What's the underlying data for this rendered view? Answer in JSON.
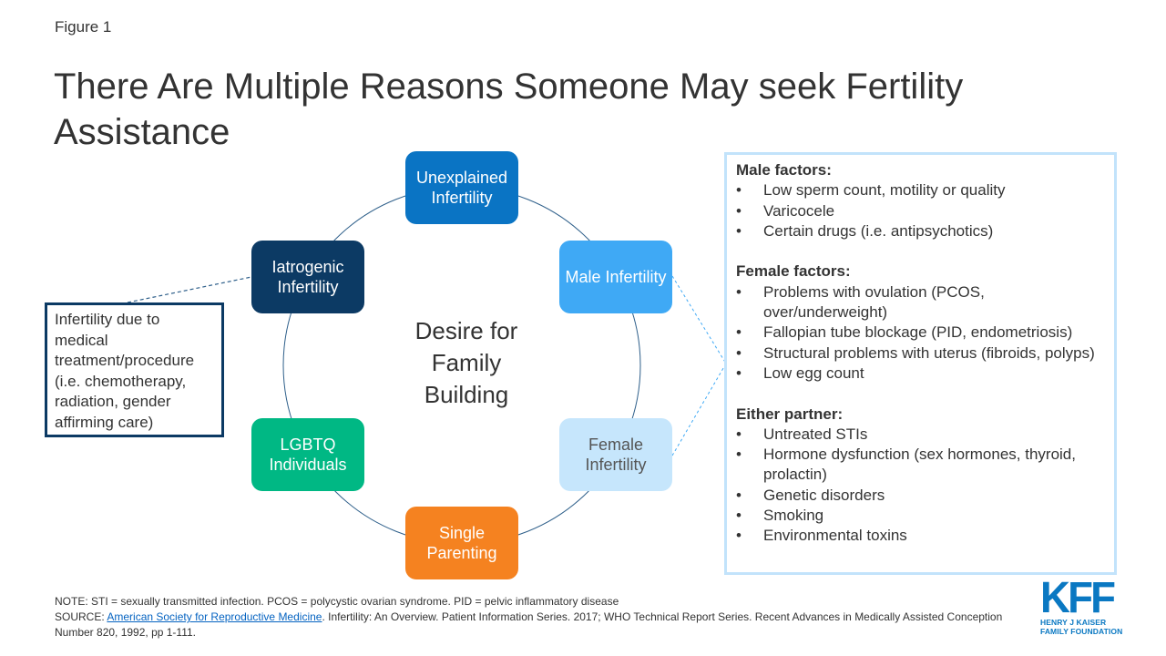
{
  "figure_label": "Figure 1",
  "title": "There Are Multiple Reasons Someone May seek Fertility Assistance",
  "center": {
    "lines": [
      "Desire for",
      "Family",
      "Building"
    ]
  },
  "nodes": [
    {
      "id": "unexplained",
      "label": "Unexplained Infertility",
      "color": "#0a74c4",
      "text_color": "#ffffff"
    },
    {
      "id": "male",
      "label": "Male Infertility",
      "color": "#3fa9f5",
      "text_color": "#ffffff"
    },
    {
      "id": "female",
      "label": "Female Infertility",
      "color": "#c6e6fc",
      "text_color": "#555555"
    },
    {
      "id": "single",
      "label": "Single Parenting",
      "color": "#f58220",
      "text_color": "#ffffff"
    },
    {
      "id": "lgbtq",
      "label": "LGBTQ Individuals",
      "color": "#00b884",
      "text_color": "#ffffff"
    },
    {
      "id": "iatrogenic",
      "label": "Iatrogenic Infertility",
      "color": "#0c3a64",
      "text_color": "#ffffff"
    }
  ],
  "iatrogenic_note": "Infertility due to medical treatment/procedure (i.e. chemotherapy, radiation, gender affirming care)",
  "factors": [
    {
      "heading": "Male factors:",
      "items": [
        "Low sperm count, motility or quality",
        "Varicocele",
        "Certain drugs (i.e. antipsychotics)"
      ]
    },
    {
      "heading": "Female factors:",
      "items": [
        "Problems with ovulation (PCOS, over/underweight)",
        "Fallopian tube blockage (PID, endometriosis)",
        "Structural problems with uterus (fibroids, polyps)",
        "Low egg count"
      ]
    },
    {
      "heading": "Either partner:",
      "items": [
        "Untreated STIs",
        "Hormone dysfunction (sex hormones, thyroid, prolactin)",
        "Genetic disorders",
        "Smoking",
        "Environmental toxins"
      ]
    }
  ],
  "bullet_char": "•",
  "footer": {
    "note": "NOTE: STI = sexually transmitted infection. PCOS = polycystic ovarian syndrome. PID = pelvic inflammatory disease",
    "source_prefix": "SOURCE: ",
    "source_link": "American Society for Reproductive Medicine",
    "source_rest": ". Infertility: An Overview. Patient Information Series. 2017; WHO Technical Report Series. Recent Advances in Medically Assisted Conception Number 820, 1992, pp 1-111."
  },
  "logo": {
    "name": "KFF",
    "org_line1": "HENRY J KAISER",
    "org_line2": "FAMILY FOUNDATION"
  },
  "colors": {
    "ring": "#2e5f8a",
    "iatrogenic_dash": "#2e5f8a",
    "factors_dash": "#3fa9f5",
    "factors_border": "#c2e3fb",
    "note_border": "#0c3a64"
  }
}
